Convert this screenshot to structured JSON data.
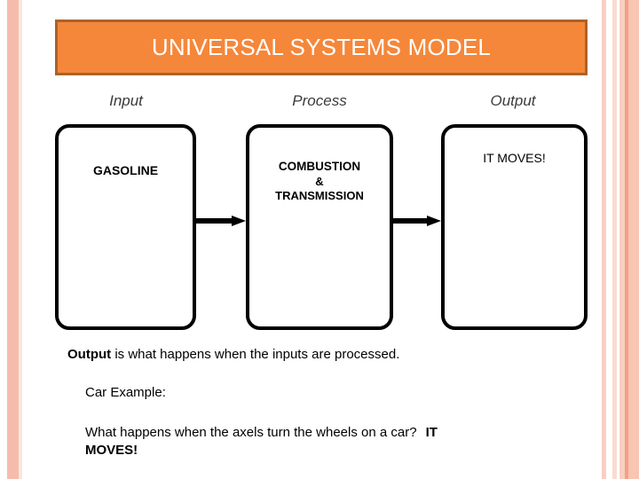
{
  "slide": {
    "title": "UNIVERSAL SYSTEMS MODEL",
    "accent_color": "#F5873A",
    "accent_border_color": "#A9622C",
    "stripe_color": "#F6BCAB",
    "background_color": "#FFFFFF",
    "text_color": "#000000"
  },
  "columns": [
    {
      "label": "Input"
    },
    {
      "label": "Process"
    },
    {
      "label": "Output"
    }
  ],
  "boxes": {
    "input": {
      "text": "GASOLINE"
    },
    "process": {
      "line1": "COMBUSTION",
      "line2": "&",
      "line3": "TRANSMISSION"
    },
    "output": {
      "text": "IT MOVES!"
    }
  },
  "arrows": [
    {
      "name": "input-to-process",
      "glyph": "→"
    },
    {
      "name": "process-to-output",
      "glyph": "→"
    }
  ],
  "body": {
    "definition_bold": "Output",
    "definition_rest": " is what happens when the inputs are processed.",
    "example_label": "Car Example:",
    "question": "What happens when the axels turn the wheels on a car?",
    "answer": "IT MOVES!"
  }
}
